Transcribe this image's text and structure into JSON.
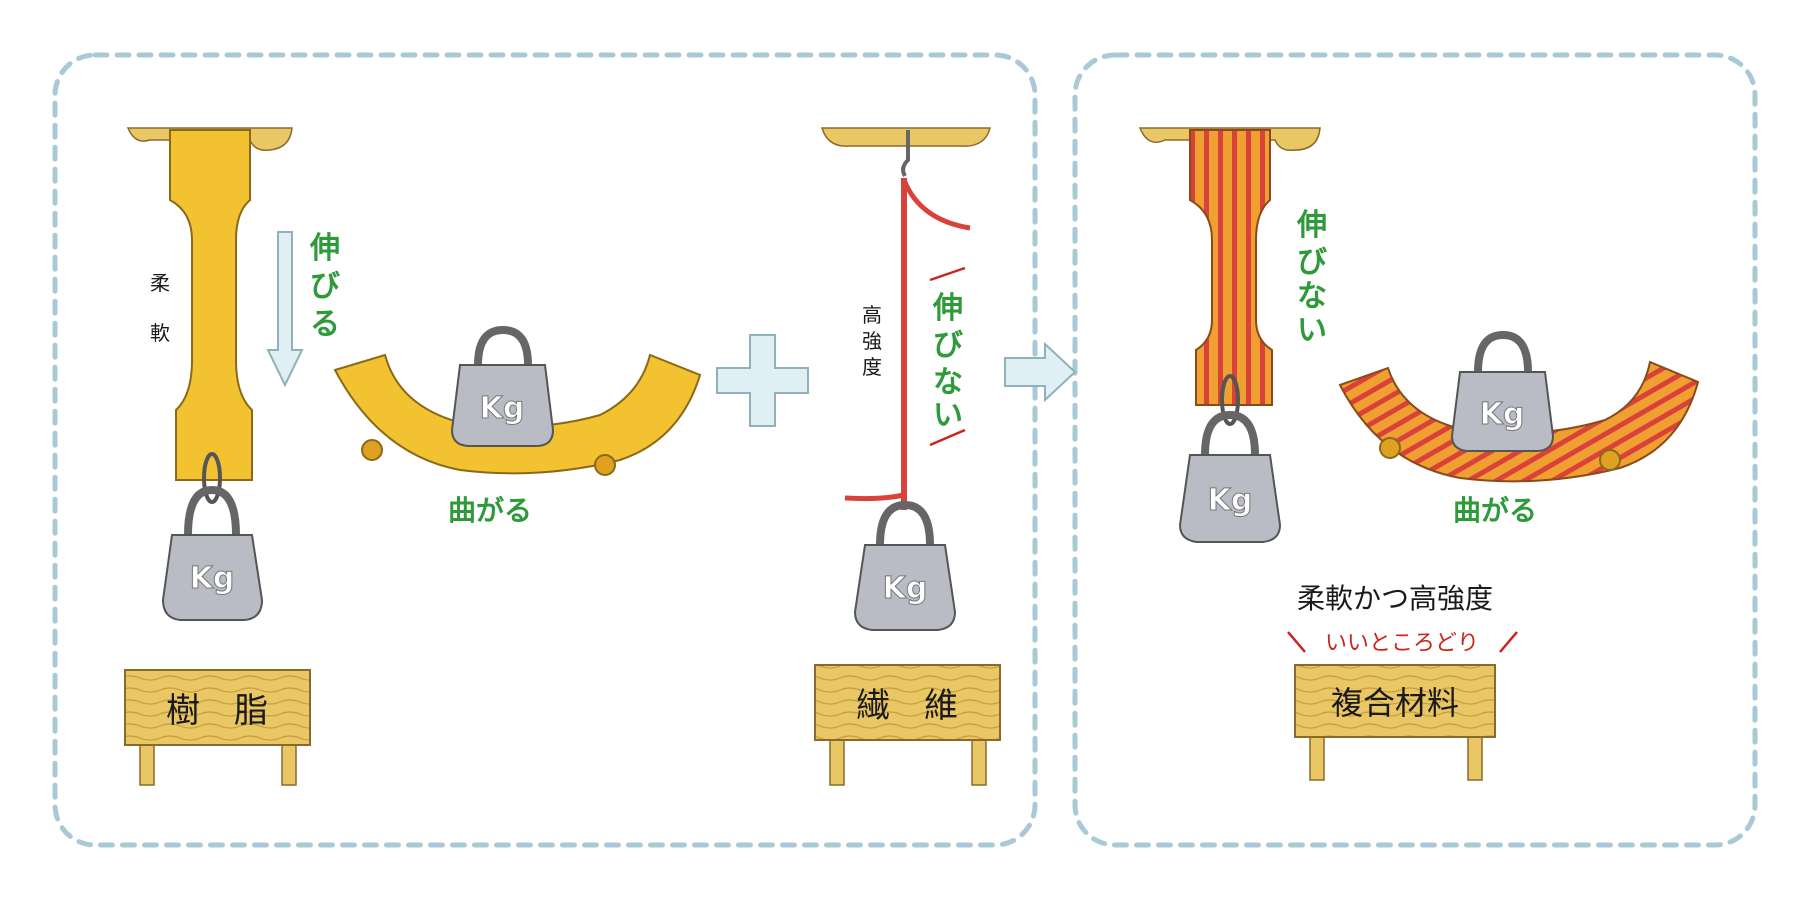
{
  "resin": {
    "property_char_1": "柔",
    "property_char_2": "軟",
    "stretch_char_1": "伸",
    "stretch_char_2": "び",
    "stretch_char_3": "る",
    "bend_label": "曲がる",
    "weight_label": "Kg",
    "sign": "樹　脂"
  },
  "fiber": {
    "property_char_1": "高",
    "property_char_2": "強",
    "property_char_3": "度",
    "nostretch_char_1": "伸",
    "nostretch_char_2": "び",
    "nostretch_char_3": "な",
    "nostretch_char_4": "い",
    "weight_label": "Kg",
    "sign": "繊　維"
  },
  "composite": {
    "nostretch_char_1": "伸",
    "nostretch_char_2": "び",
    "nostretch_char_3": "な",
    "nostretch_char_4": "い",
    "bend_label": "曲がる",
    "weight_label": "Kg",
    "summary": "柔軟かつ高強度",
    "tagline": "いいところどり",
    "sign": "複合材料"
  },
  "colors": {
    "resin": "#f2c230",
    "wood": "#e9c765",
    "fiber": "#d9423a",
    "weight": "#b9bcc4",
    "frame": "#a9c9d6",
    "text_green": "#2e9a3a",
    "text_red": "#c8261e"
  },
  "icons": [
    "plus-icon",
    "arrow-right-icon",
    "arrow-down-icon"
  ]
}
